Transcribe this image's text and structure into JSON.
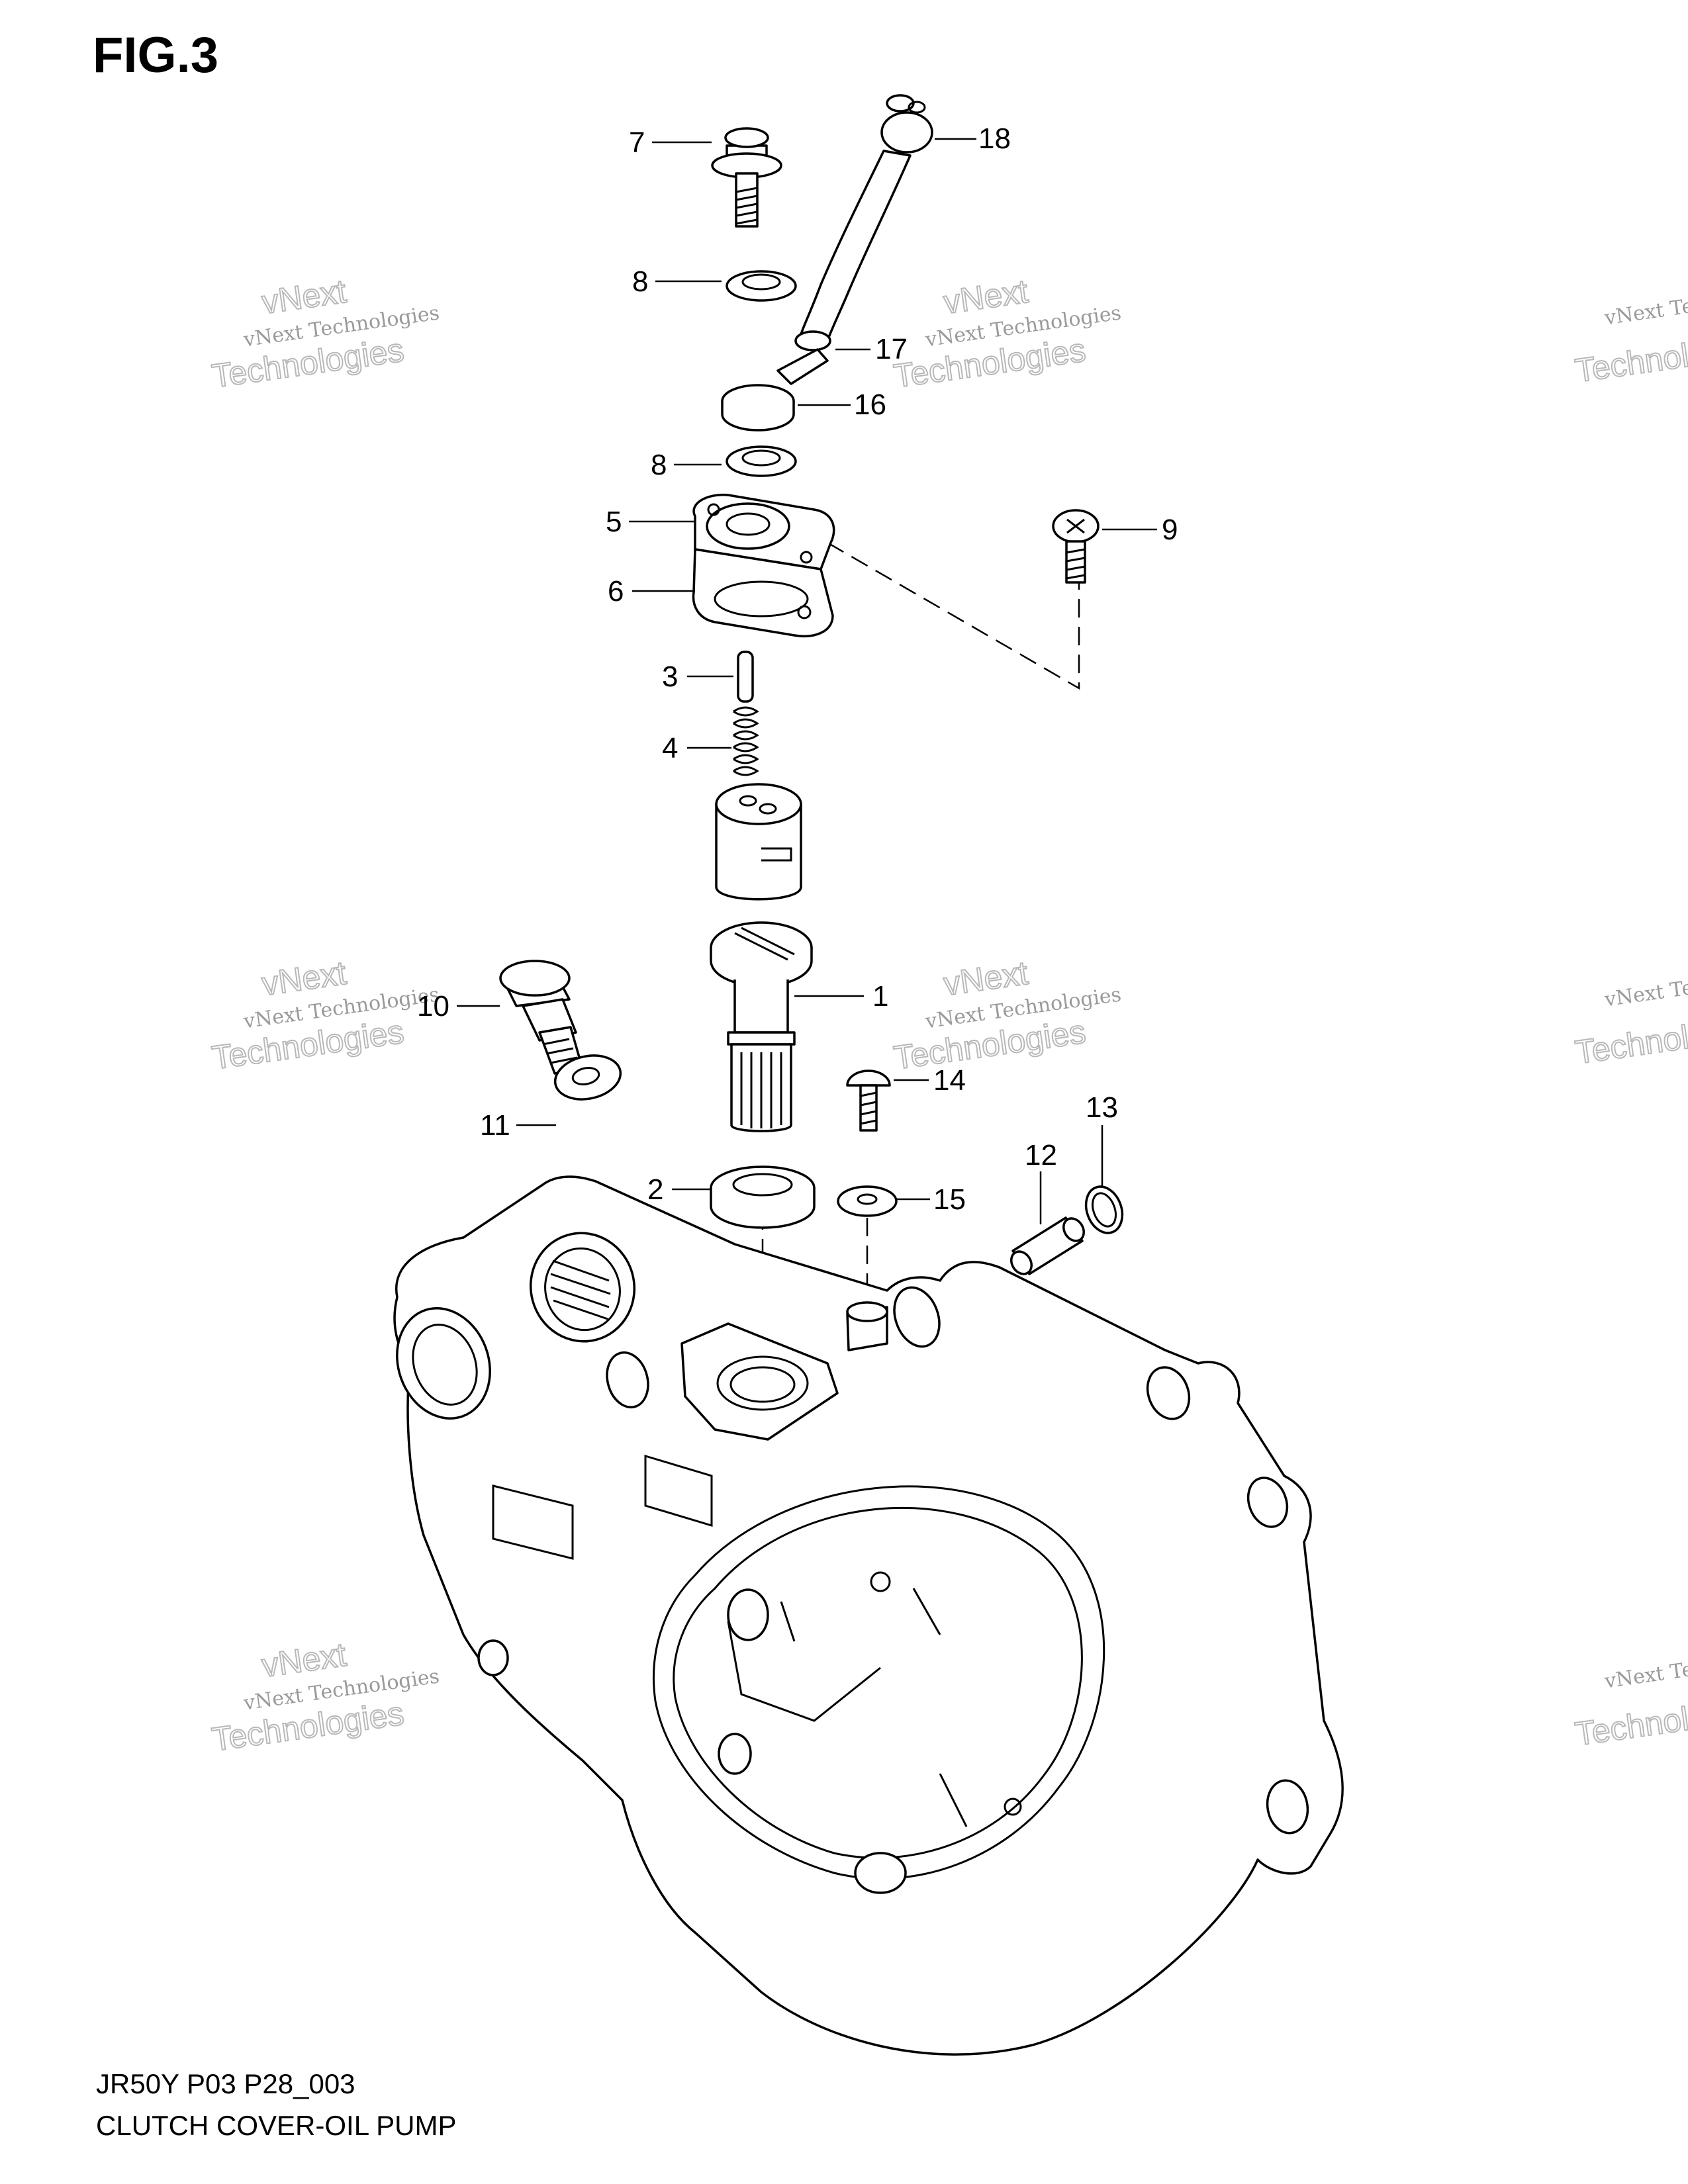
{
  "figure_title": "FIG.3",
  "footer": {
    "model_code": "JR50Y P03 P28_003",
    "section_title": "CLUTCH COVER-OIL PUMP"
  },
  "watermark": {
    "line1": "vNext Technologies",
    "line2": "Technologies",
    "line3": "vNext"
  },
  "callouts": {
    "c1": "1",
    "c2": "2",
    "c3": "3",
    "c4": "4",
    "c5": "5",
    "c6": "6",
    "c7": "7",
    "c8a": "8",
    "c8b": "8",
    "c9": "9",
    "c10": "10",
    "c11": "11",
    "c12": "12",
    "c13": "13",
    "c14": "14",
    "c15": "15",
    "c16": "16",
    "c17": "17",
    "c18": "18"
  }
}
